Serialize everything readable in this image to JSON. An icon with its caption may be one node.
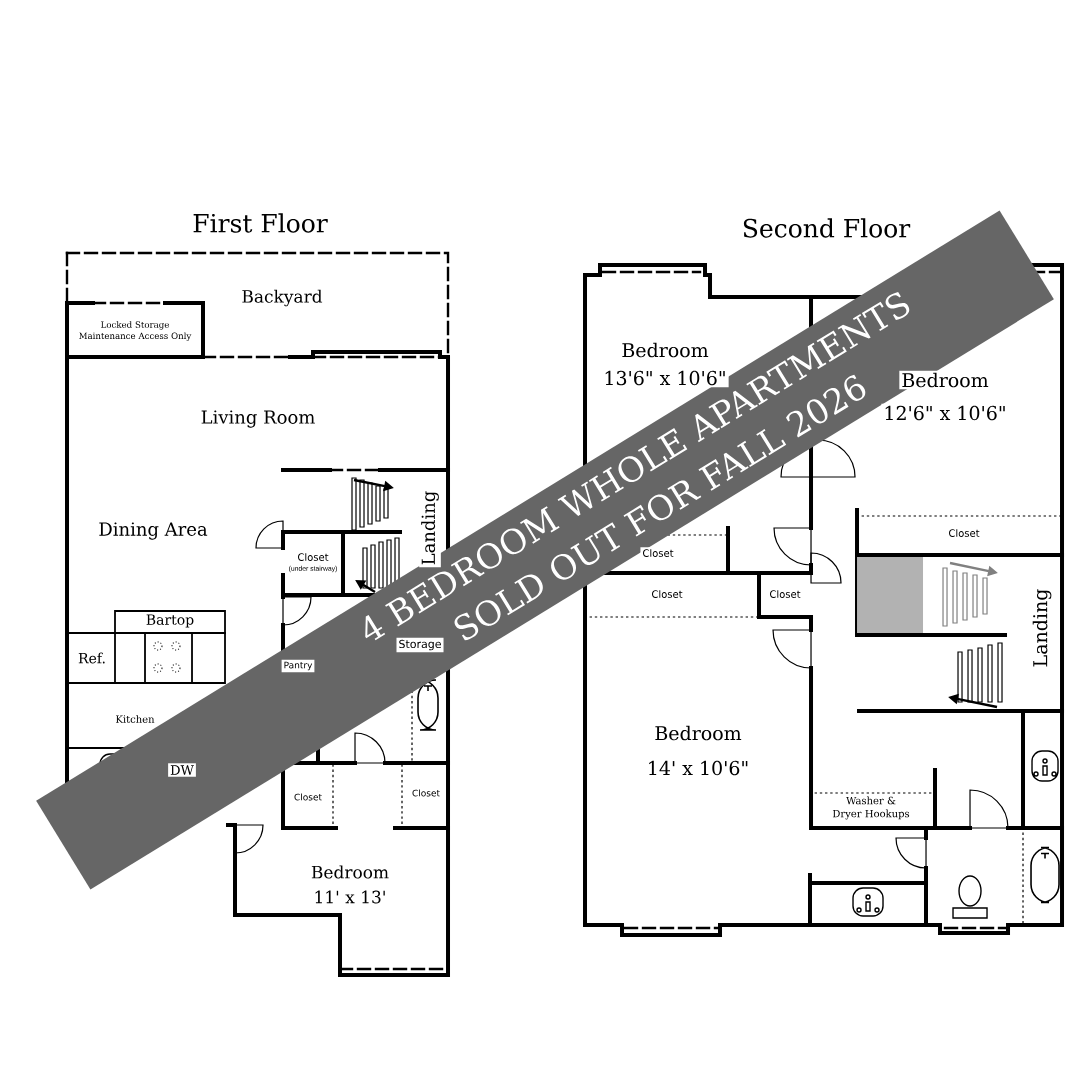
{
  "diagram": {
    "nodes": [
      {
        "text": [
          "4 BEDROOM WHOLE APARTMENTS SOLD OUT FOR FALL 2026"
        ]
      }
    ],
    "labels": [
      "First Floor",
      "Second Floor",
      "Backyard",
      "Locked Storage Maintenance Access Only",
      "Living Room",
      "Dining Area",
      "Landing",
      "Closet",
      "(under stairway)",
      "Storage",
      "Bartop",
      "Ref.",
      "Pantry",
      "Kitchen",
      "DW",
      "Closet",
      "Closet",
      "Bedroom",
      "11' x 13'",
      "Bedroom",
      "13'6\" x 10'6\"",
      "Bedroom",
      "12'6\" x 10'6\"",
      "Closet",
      "Closet",
      "Closet",
      "Closet",
      "Landing",
      "Bedroom",
      "14' x 10'6\"",
      "Washer & Dryer Hookups"
    ]
  }
}
